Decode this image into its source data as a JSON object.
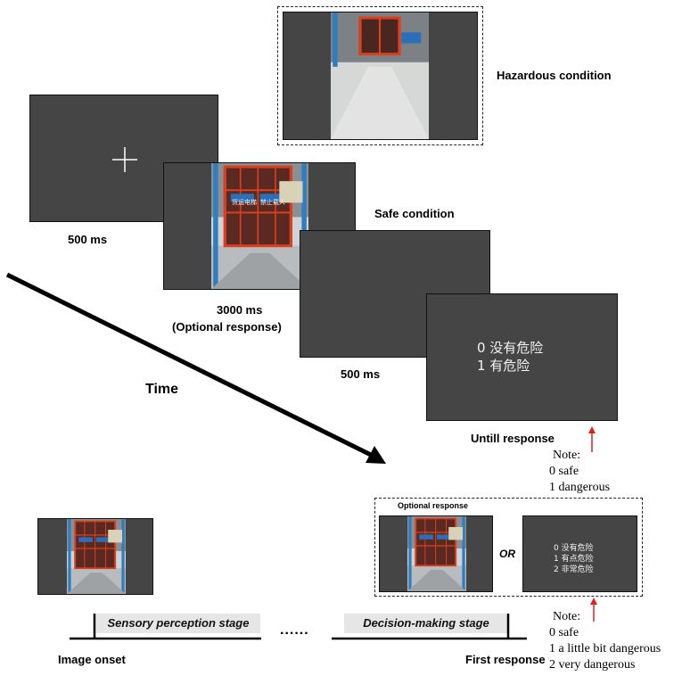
{
  "labels": {
    "hazardous_condition": "Hazardous condition",
    "safe_condition": "Safe condition",
    "fixation_duration": "500 ms",
    "image_duration": "3000 ms",
    "optional_response_paren": "(Optional response)",
    "blank_duration": "500 ms",
    "time": "Time",
    "until_response": "Untill response"
  },
  "response_screen": {
    "line1": "0 没有危险",
    "line2": "1 有危险"
  },
  "note_top": {
    "title": "Note:",
    "line1": "0 safe",
    "line2": "1 dangerous"
  },
  "bottom": {
    "optional_response": "Optional response",
    "or": "OR",
    "scale": {
      "line1": "0 没有危险",
      "line2": "1 有点危险",
      "line3": "2 非常危险"
    },
    "sensory_stage": "Sensory perception stage",
    "decision_stage": "Decision-making stage",
    "dots": "......",
    "image_onset": "Image onset",
    "first_response": "First response"
  },
  "note_bottom": {
    "title": "Note:",
    "line1": "0 safe",
    "line2": "1 a little bit dangerous",
    "line3": "2 very dangerous"
  },
  "sign_text": {
    "left": "货运电梯",
    "right": "禁止载人"
  },
  "colors": {
    "screen": "#454545",
    "arrow_red": "#e02020",
    "stage_box": "#e6e6e6",
    "elevator_red": "#d8401e"
  }
}
